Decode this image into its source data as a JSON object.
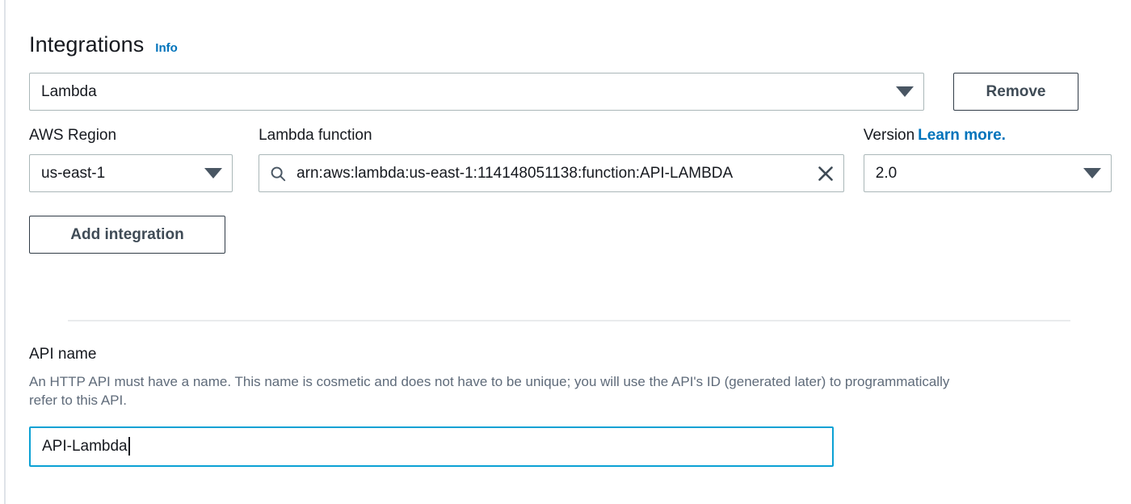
{
  "section": {
    "title": "Integrations",
    "info_label": "Info"
  },
  "integration": {
    "type_value": "Lambda",
    "type_caret_icon": "chevron-down-icon",
    "remove_label": "Remove",
    "add_label": "Add integration"
  },
  "fields": {
    "region": {
      "label": "AWS Region",
      "value": "us-east-1",
      "caret_icon": "chevron-down-icon"
    },
    "function": {
      "label": "Lambda function",
      "value": "arn:aws:lambda:us-east-1:114148051138:function:API-LAMBDA",
      "search_icon": "search-icon",
      "clear_icon": "close-icon"
    },
    "version": {
      "label": "Version",
      "learn_more_label": "Learn more.",
      "value": "2.0",
      "caret_icon": "chevron-down-icon"
    }
  },
  "api_name": {
    "label": "API name",
    "description": "An HTTP API must have a name. This name is cosmetic and does not have to be unique; you will use the API's ID (generated later) to programmatically refer to this API.",
    "value": "API-Lambda"
  },
  "colors": {
    "link": "#0073bb",
    "focus_border": "#0ba1d4",
    "field_border": "#aab7b8",
    "button_border": "#313c47",
    "text": "#16191f",
    "muted_text": "#5f6b7a",
    "divider": "#e9ebed"
  }
}
